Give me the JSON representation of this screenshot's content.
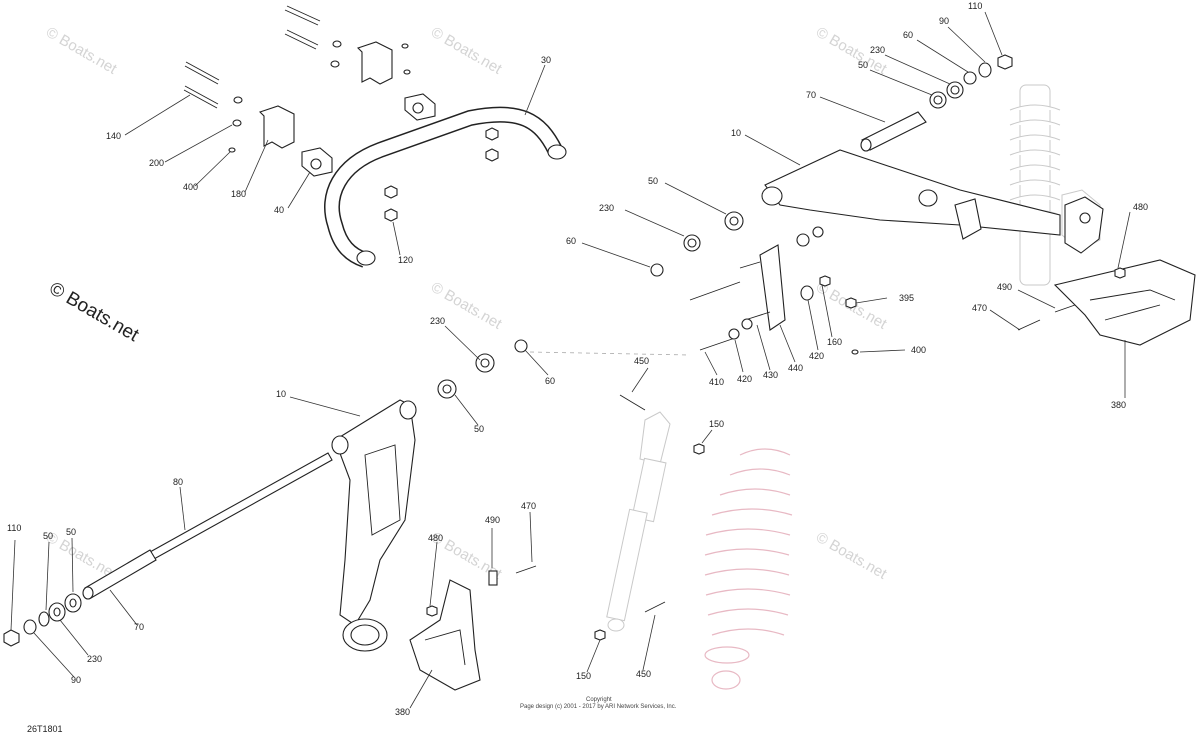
{
  "watermarks": {
    "main": "© Boats.net",
    "repeat": "© Boats.net"
  },
  "footer": {
    "copyright_line1": "Copyright",
    "copyright_line2": "Page design (c) 2001 - 2017 by ARI Network Services, Inc.",
    "figure_ref": "26T1801"
  },
  "callouts": [
    {
      "id": "c-30",
      "text": "30"
    },
    {
      "id": "c-140",
      "text": "140"
    },
    {
      "id": "c-200",
      "text": "200"
    },
    {
      "id": "c-400a",
      "text": "400"
    },
    {
      "id": "c-180",
      "text": "180"
    },
    {
      "id": "c-40",
      "text": "40"
    },
    {
      "id": "c-120",
      "text": "120"
    },
    {
      "id": "c-110a",
      "text": "110"
    },
    {
      "id": "c-90a",
      "text": "90"
    },
    {
      "id": "c-60a",
      "text": "60"
    },
    {
      "id": "c-230a",
      "text": "230"
    },
    {
      "id": "c-50a",
      "text": "50"
    },
    {
      "id": "c-70a",
      "text": "70"
    },
    {
      "id": "c-10a",
      "text": "10"
    },
    {
      "id": "c-50b",
      "text": "50"
    },
    {
      "id": "c-230b",
      "text": "230"
    },
    {
      "id": "c-60b",
      "text": "60"
    },
    {
      "id": "c-480a",
      "text": "480"
    },
    {
      "id": "c-490a",
      "text": "490"
    },
    {
      "id": "c-470a",
      "text": "470"
    },
    {
      "id": "c-395",
      "text": "395"
    },
    {
      "id": "c-400b",
      "text": "400"
    },
    {
      "id": "c-160",
      "text": "160"
    },
    {
      "id": "c-420a",
      "text": "420"
    },
    {
      "id": "c-440",
      "text": "440"
    },
    {
      "id": "c-430",
      "text": "430"
    },
    {
      "id": "c-420b",
      "text": "420"
    },
    {
      "id": "c-410",
      "text": "410"
    },
    {
      "id": "c-380a",
      "text": "380"
    },
    {
      "id": "c-230c",
      "text": "230"
    },
    {
      "id": "c-60c",
      "text": "60"
    },
    {
      "id": "c-450a",
      "text": "450"
    },
    {
      "id": "c-10b",
      "text": "10"
    },
    {
      "id": "c-50c",
      "text": "50"
    },
    {
      "id": "c-150a",
      "text": "150"
    },
    {
      "id": "c-80",
      "text": "80"
    },
    {
      "id": "c-490b",
      "text": "490"
    },
    {
      "id": "c-470b",
      "text": "470"
    },
    {
      "id": "c-480b",
      "text": "480"
    },
    {
      "id": "c-110b",
      "text": "110"
    },
    {
      "id": "c-50d",
      "text": "50"
    },
    {
      "id": "c-50e",
      "text": "50"
    },
    {
      "id": "c-70b",
      "text": "70"
    },
    {
      "id": "c-230d",
      "text": "230"
    },
    {
      "id": "c-90b",
      "text": "90"
    },
    {
      "id": "c-380b",
      "text": "380"
    },
    {
      "id": "c-150b",
      "text": "150"
    },
    {
      "id": "c-450b",
      "text": "450"
    }
  ]
}
